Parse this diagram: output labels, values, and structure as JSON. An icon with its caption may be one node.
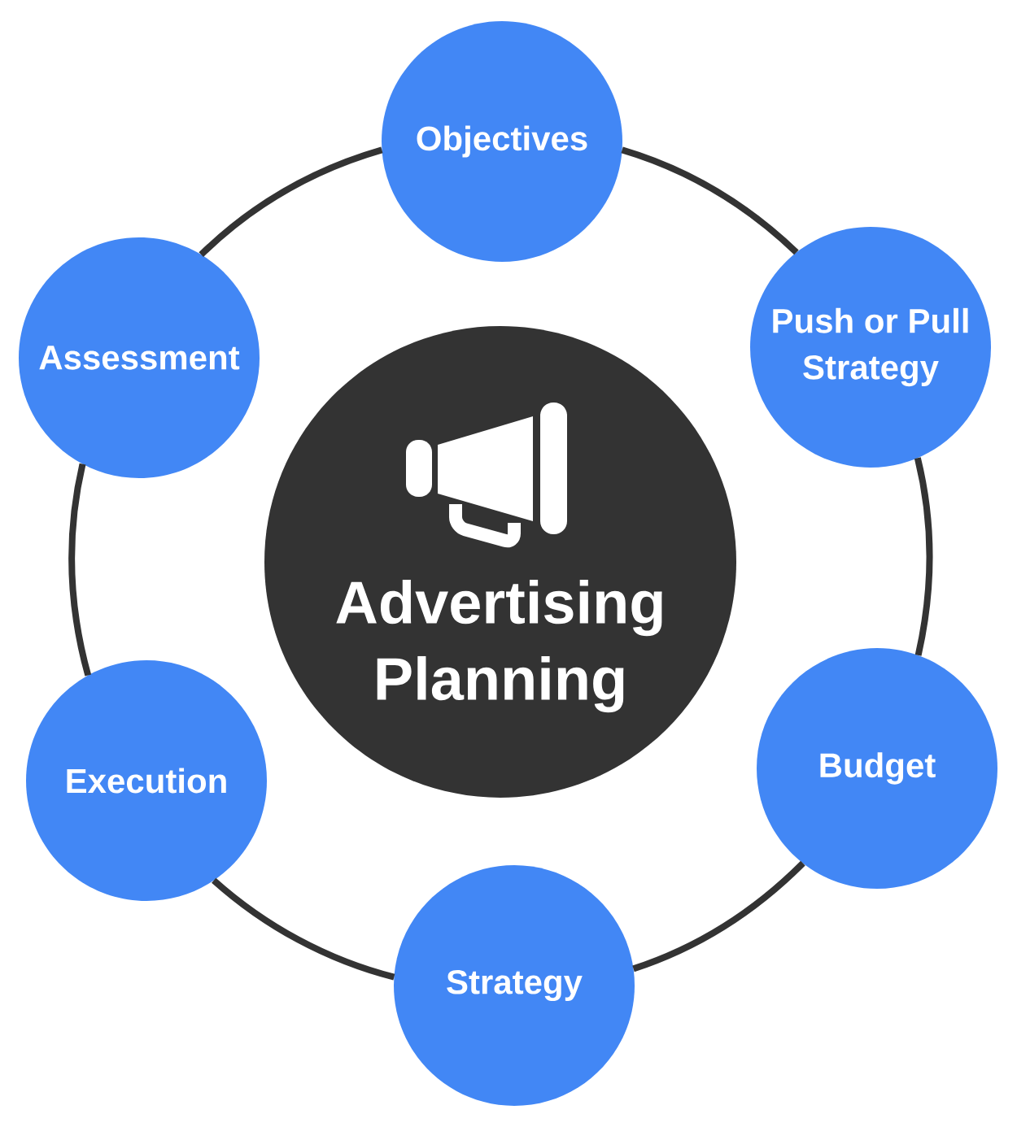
{
  "diagram": {
    "nodes": [
      {
        "text": [
          "Advertising Planning"
        ]
      },
      {
        "text": [
          "Objectives"
        ]
      },
      {
        "text": [
          "Push or Pull Strategy"
        ]
      },
      {
        "text": [
          "Budget"
        ]
      },
      {
        "text": [
          "Strategy"
        ]
      },
      {
        "text": [
          "Execution"
        ]
      },
      {
        "text": [
          "Assessment"
        ]
      }
    ],
    "edges": [
      {
        "from": 1,
        "to": 2,
        "arrow": "none"
      },
      {
        "from": 2,
        "to": 3,
        "arrow": "none"
      },
      {
        "from": 3,
        "to": 4,
        "arrow": "none"
      },
      {
        "from": 4,
        "to": 5,
        "arrow": "none"
      },
      {
        "from": 5,
        "to": 6,
        "arrow": "none"
      },
      {
        "from": 6,
        "to": 1,
        "arrow": "none"
      }
    ]
  }
}
